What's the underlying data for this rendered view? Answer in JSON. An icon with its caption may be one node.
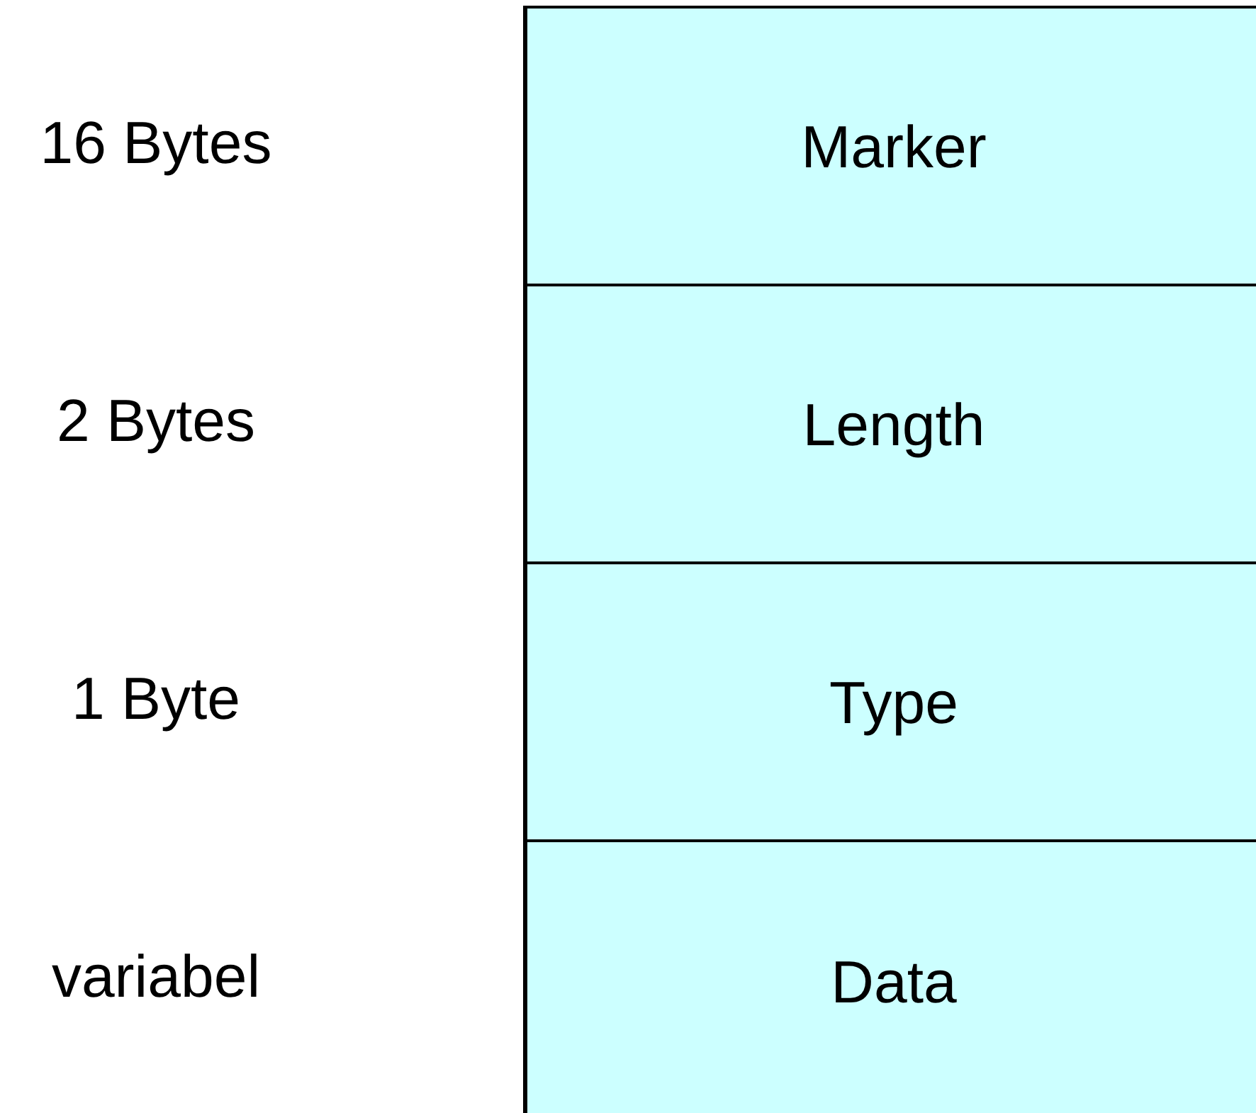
{
  "diagram": {
    "nodes": [
      {
        "text": [
          "Marker"
        ]
      },
      {
        "text": [
          "Length"
        ]
      },
      {
        "text": [
          "Type"
        ]
      },
      {
        "text": [
          "Data"
        ]
      }
    ],
    "labels": [
      "16 Bytes",
      "2 Bytes",
      "1 Byte",
      "variabel"
    ]
  }
}
